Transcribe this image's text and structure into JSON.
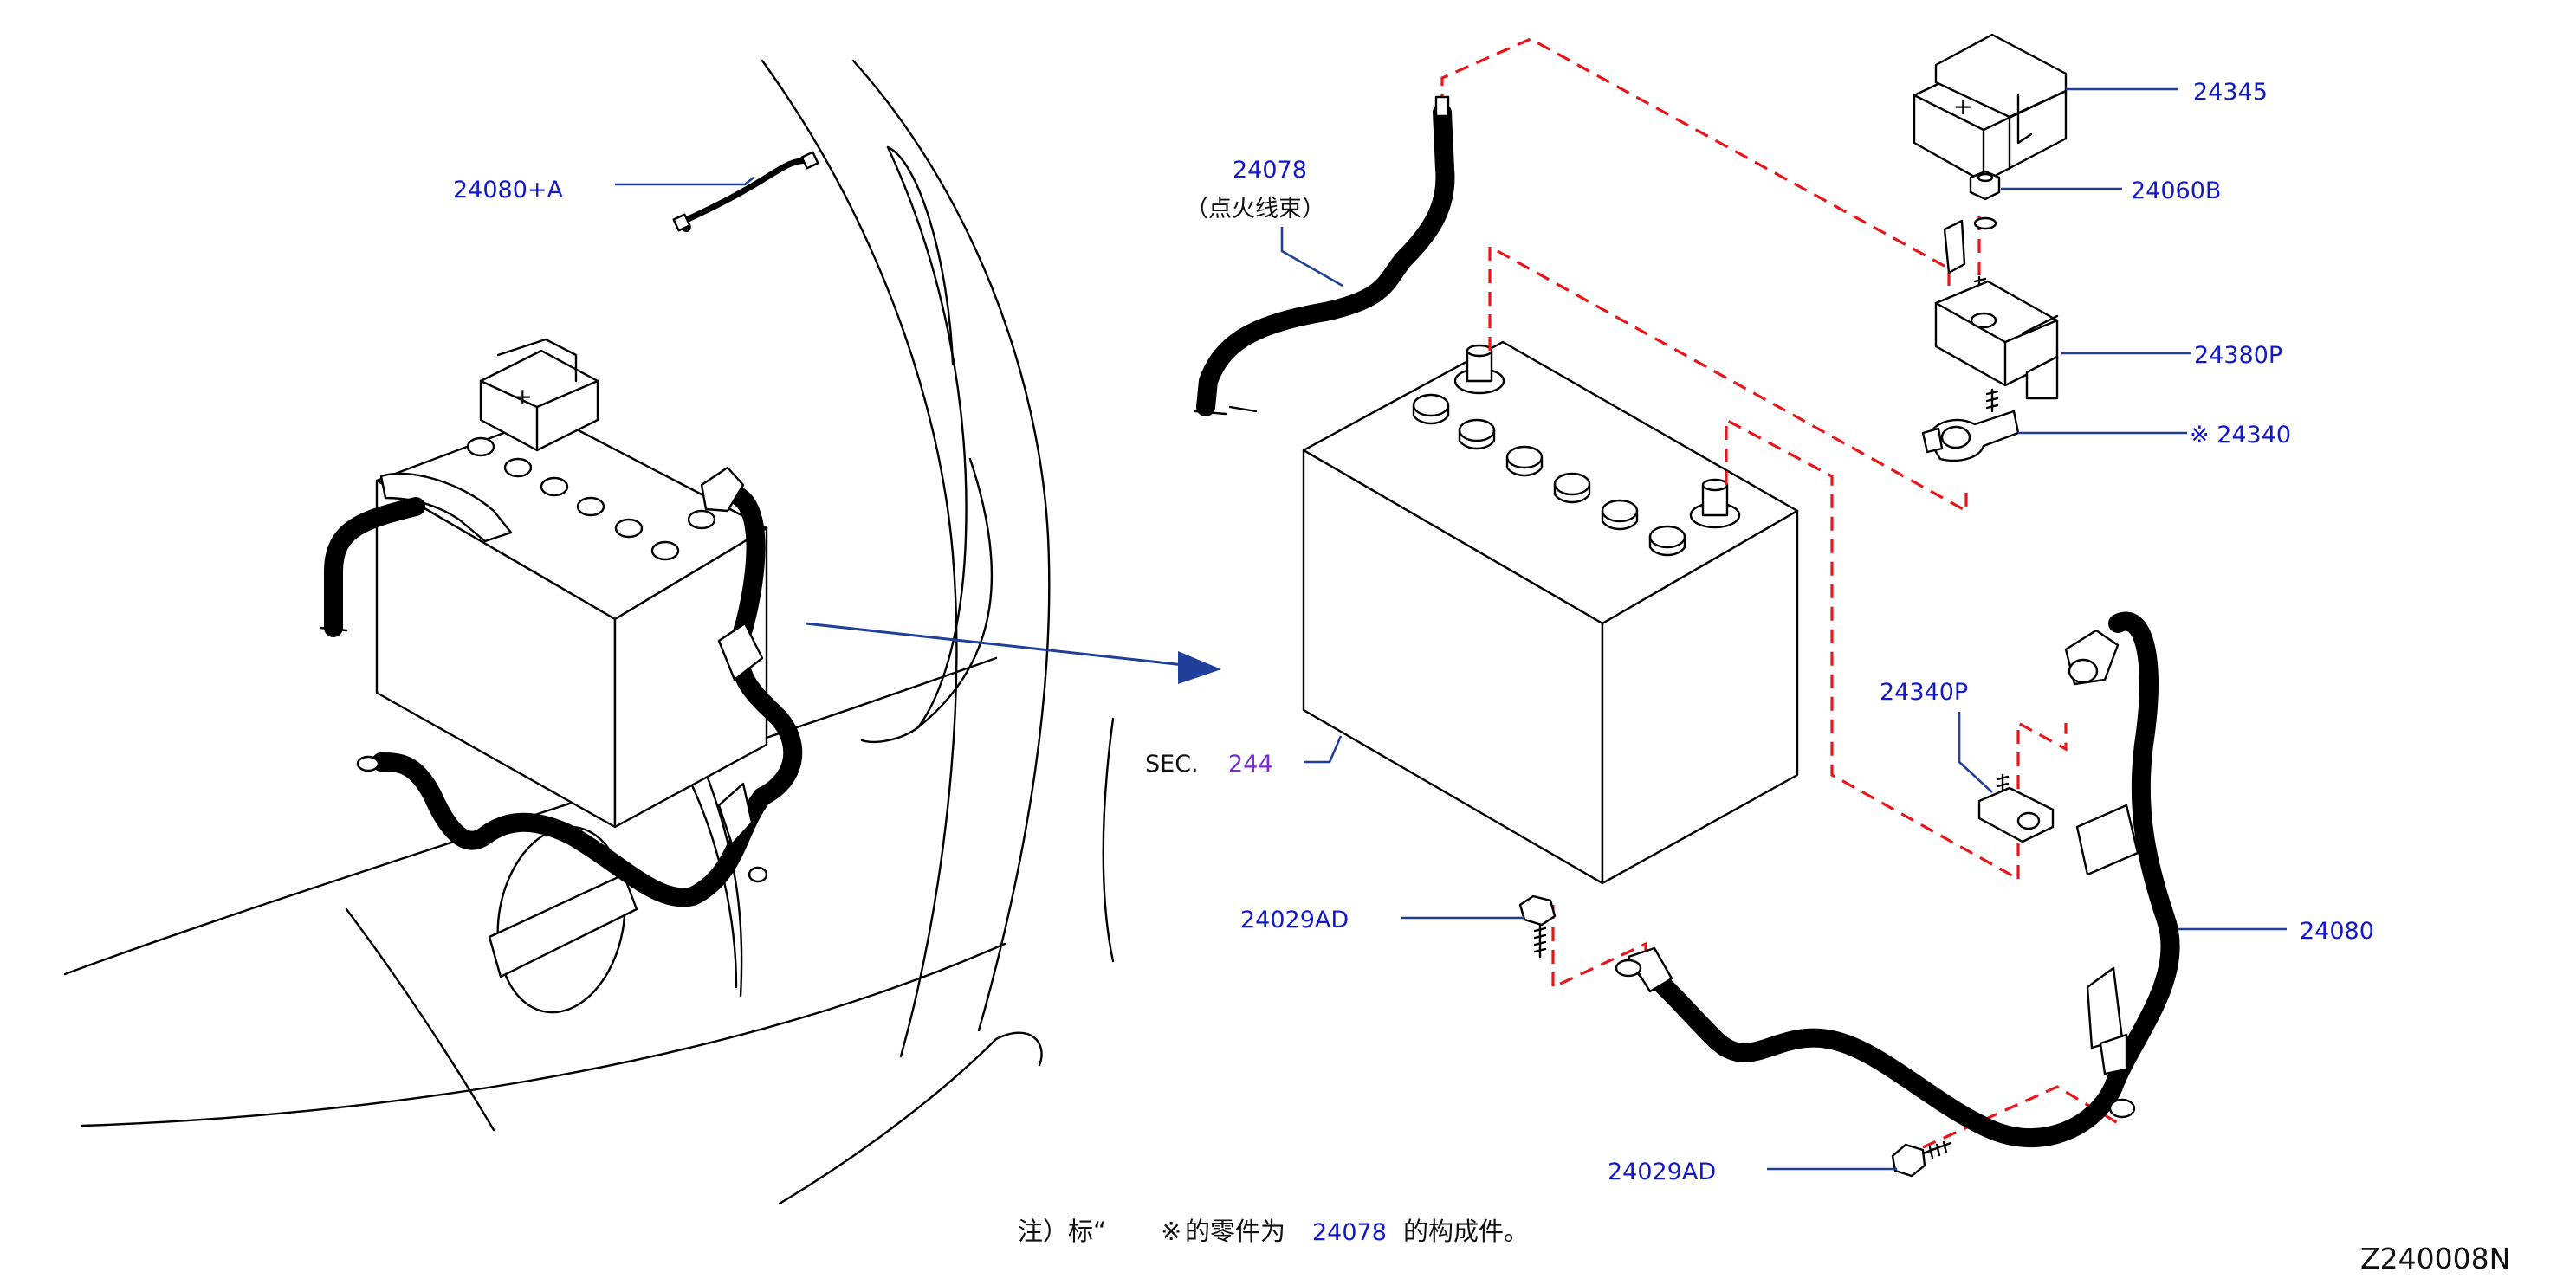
{
  "labels": {
    "p24080A": "24080+A",
    "p24078": "24078",
    "p24078_desc": "（点火线束）",
    "p24345": "24345",
    "p24060B": "24060B",
    "p24380P": "24380P",
    "p24340": "※ 24340",
    "p24340P": "24340P",
    "sec_prefix": "SEC.",
    "sec_num": "244",
    "p24029AD_upper": "24029AD",
    "p24029AD_lower": "24029AD",
    "p24080": "24080"
  },
  "note": {
    "prefix": "注）标“",
    "mark": "※",
    "middle": "的零件为",
    "part": "24078",
    "suffix": "的构成件。"
  },
  "diagram_code": "Z240008N",
  "colors": {
    "callout_text": "#1219c8",
    "section_ref": "#7a2bd6",
    "leader": "#1f3f9a",
    "dashed_guide": "#e8151b",
    "line_art": "#000000"
  }
}
